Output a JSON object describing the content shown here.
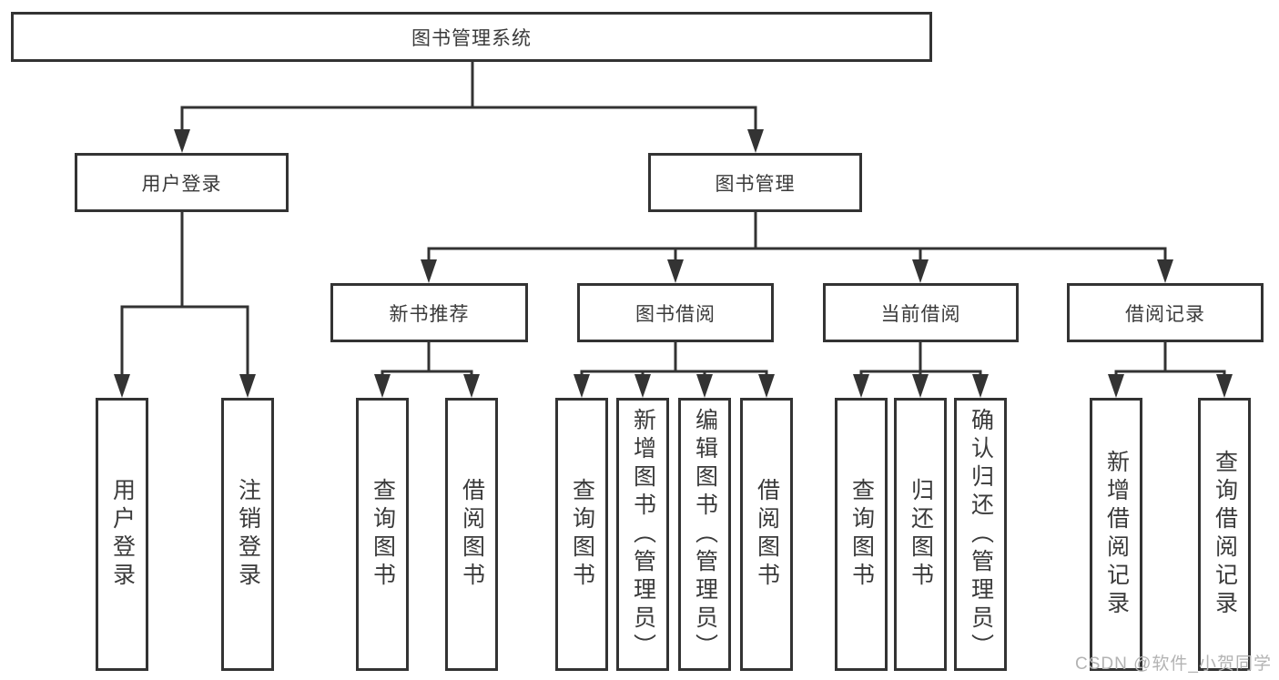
{
  "diagram": {
    "root": {
      "label": "图书管理系统"
    },
    "branches": [
      {
        "label": "用户登录",
        "children": [
          {
            "label": "用户登录"
          },
          {
            "label": "注销登录"
          }
        ]
      },
      {
        "label": "图书管理",
        "children": [
          {
            "label": "新书推荐",
            "children": [
              {
                "label": "查询图书"
              },
              {
                "label": "借阅图书"
              }
            ]
          },
          {
            "label": "图书借阅",
            "children": [
              {
                "label": "查询图书"
              },
              {
                "label": "新增图书（管理员）"
              },
              {
                "label": "编辑图书（管理员）"
              },
              {
                "label": "借阅图书"
              }
            ]
          },
          {
            "label": "当前借阅",
            "children": [
              {
                "label": "查询图书"
              },
              {
                "label": "归还图书"
              },
              {
                "label": "确认归还（管理员）"
              }
            ]
          },
          {
            "label": "借阅记录",
            "children": [
              {
                "label": "新增借阅记录"
              },
              {
                "label": "查询借阅记录"
              }
            ]
          }
        ]
      }
    ]
  },
  "watermark": {
    "text": "CSDN @软件_小贺同学"
  },
  "colors": {
    "line": "#333333",
    "text": "#3a3a3a",
    "watermark": "#b3b3b3",
    "background": "#ffffff"
  }
}
